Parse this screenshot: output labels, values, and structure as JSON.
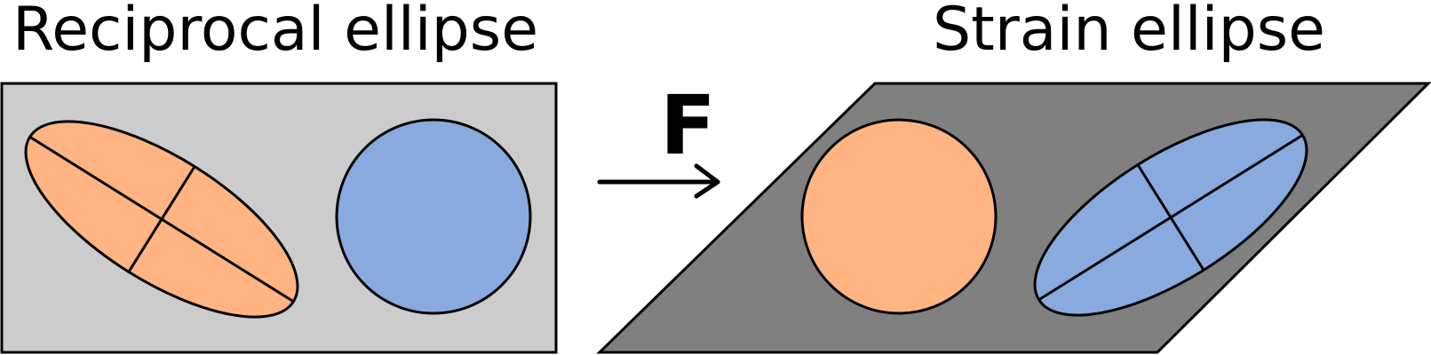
{
  "left_panel": {
    "title": "Reciprocal ellipse",
    "background_color": "#cccccc",
    "ellipse_color": "#ffb482",
    "circle_color": "#88aadf"
  },
  "operator": {
    "label": "F"
  },
  "right_panel": {
    "title": "Strain ellipse",
    "background_color": "#808080",
    "circle_color": "#ffb482",
    "ellipse_color": "#88aadf"
  }
}
